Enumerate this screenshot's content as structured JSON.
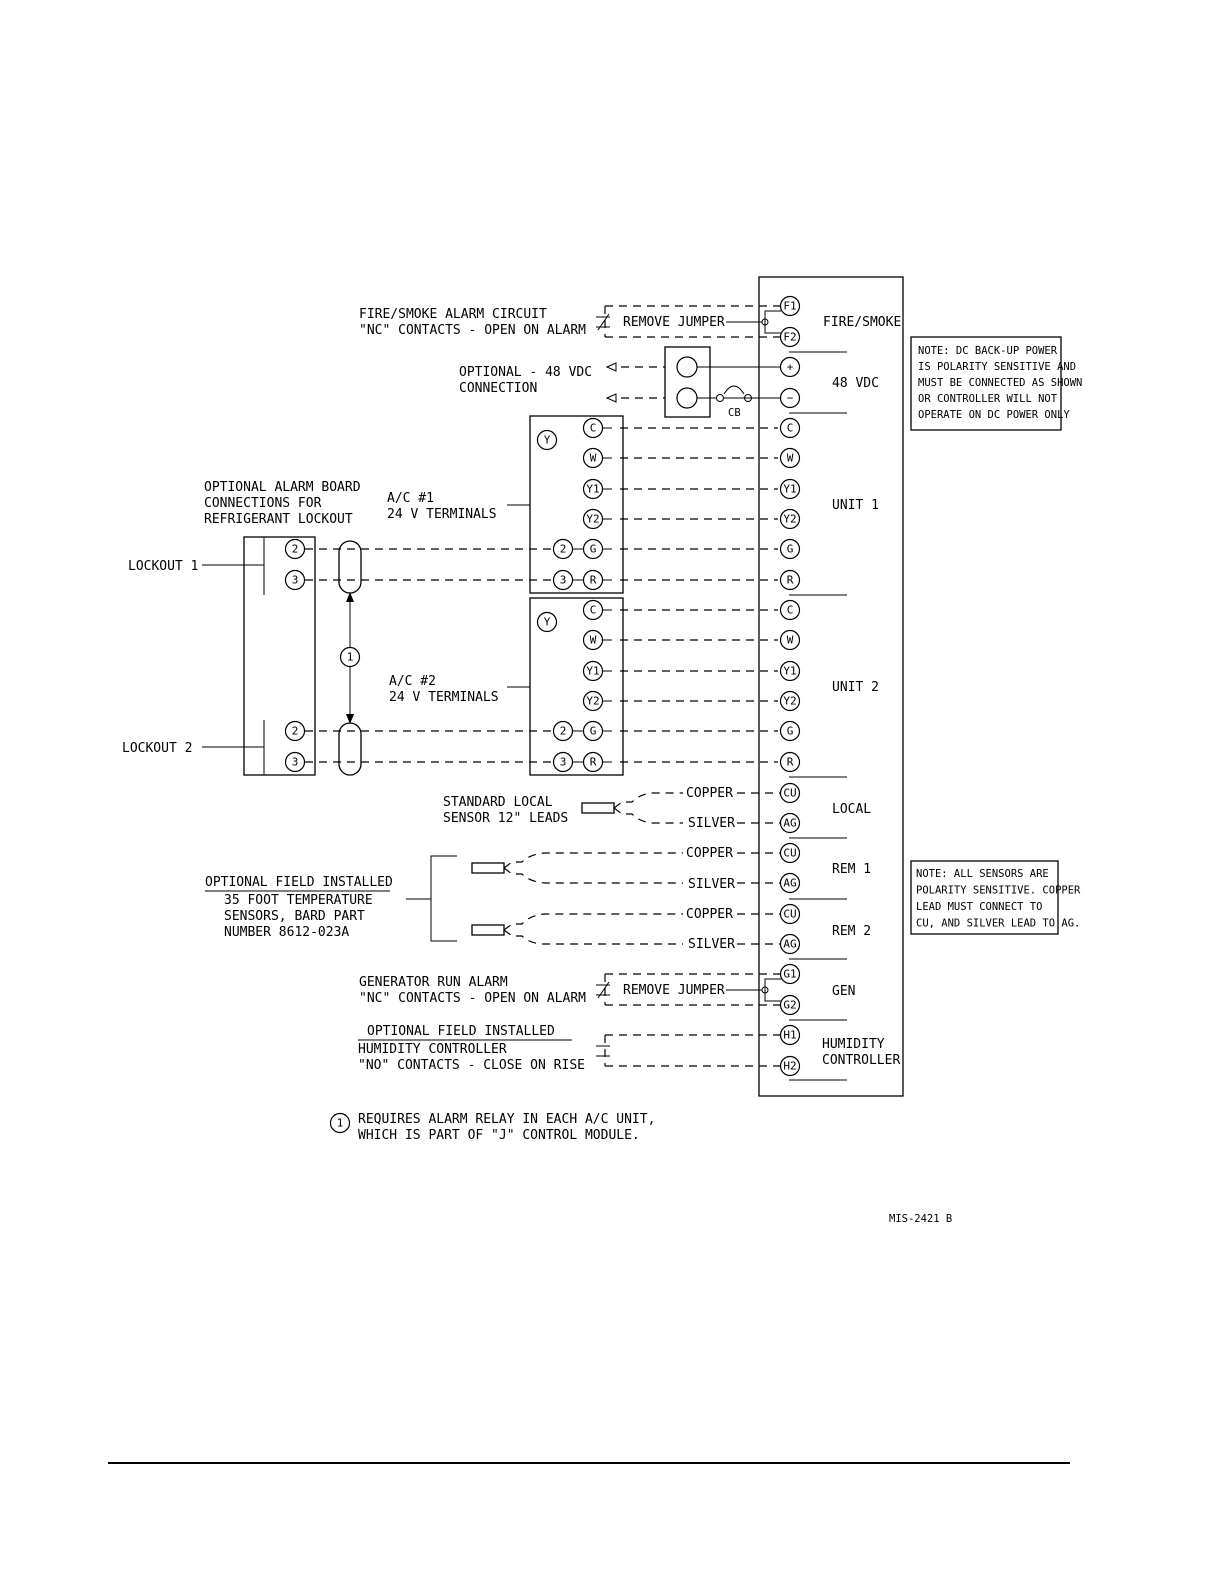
{
  "notes": {
    "dc_backup": [
      "NOTE:  DC BACK-UP POWER",
      "IS POLARITY SENSITIVE AND",
      "MUST BE CONNECTED AS SHOWN",
      "OR CONTROLLER WILL NOT",
      "OPERATE ON DC POWER ONLY"
    ],
    "sensors": [
      "NOTE:  ALL SENSORS ARE",
      "POLARITY SENSITIVE. COPPER",
      "LEAD MUST CONNECT TO",
      "CU, AND SILVER LEAD TO AG."
    ]
  },
  "controller": {
    "sections": [
      {
        "name": "FIRE/SMOKE",
        "terminals": [
          "F1",
          "F2"
        ]
      },
      {
        "name": "48 VDC",
        "terminals": [
          "+",
          "-"
        ]
      },
      {
        "name": "UNIT 1",
        "terminals": [
          "C",
          "W",
          "Y1",
          "Y2",
          "G",
          "R"
        ]
      },
      {
        "name": "UNIT 2",
        "terminals": [
          "C",
          "W",
          "Y1",
          "Y2",
          "G",
          "R"
        ]
      },
      {
        "name": "LOCAL",
        "terminals": [
          "CU",
          "AG"
        ]
      },
      {
        "name": "REM 1",
        "terminals": [
          "CU",
          "AG"
        ]
      },
      {
        "name": "REM 2",
        "terminals": [
          "CU",
          "AG"
        ]
      },
      {
        "name": "GEN",
        "terminals": [
          "G1",
          "G2"
        ]
      },
      {
        "name": "HUMIDITY CONTROLLER",
        "lines": [
          "HUMIDITY",
          "CONTROLLER"
        ],
        "terminals": [
          "H1",
          "H2"
        ]
      }
    ]
  },
  "labels": {
    "fire_smoke": [
      "FIRE/SMOKE ALARM CIRCUIT",
      "\"NC\" CONTACTS - OPEN ON ALARM"
    ],
    "remove_jumper": "REMOVE JUMPER",
    "dc_connection": [
      "OPTIONAL - 48 VDC",
      "CONNECTION"
    ],
    "cb": "CB",
    "alarm_board": [
      "OPTIONAL ALARM BOARD",
      "CONNECTIONS FOR",
      "REFRIGERANT LOCKOUT"
    ],
    "ac1": [
      "A/C #1",
      "24 V TERMINALS"
    ],
    "ac2": [
      "A/C #2",
      "24 V TERMINALS"
    ],
    "lockout1": "LOCKOUT 1",
    "lockout2": "LOCKOUT 2",
    "y_terminal": "Y",
    "board_terminals": [
      "2",
      "3"
    ],
    "note_marker": "1",
    "std_sensor": [
      "STANDARD LOCAL",
      "SENSOR 12\" LEADS"
    ],
    "copper": "COPPER",
    "silver": "SILVER",
    "field_sensors_title": "OPTIONAL FIELD INSTALLED",
    "field_sensors": [
      "35 FOOT TEMPERATURE",
      "SENSORS, BARD PART",
      "NUMBER 8612-023A"
    ],
    "generator": [
      "GENERATOR RUN ALARM",
      "\"NC\" CONTACTS - OPEN ON ALARM"
    ],
    "humidity_title": "OPTIONAL FIELD INSTALLED",
    "humidity": [
      "HUMIDITY CONTROLLER",
      "\"NO\" CONTACTS - CLOSE ON RISE"
    ],
    "footnote": [
      "REQUIRES ALARM RELAY IN EACH A/C UNIT,",
      "WHICH IS PART OF \"J\" CONTROL MODULE."
    ],
    "drawing_id": "MIS-2421 B"
  }
}
